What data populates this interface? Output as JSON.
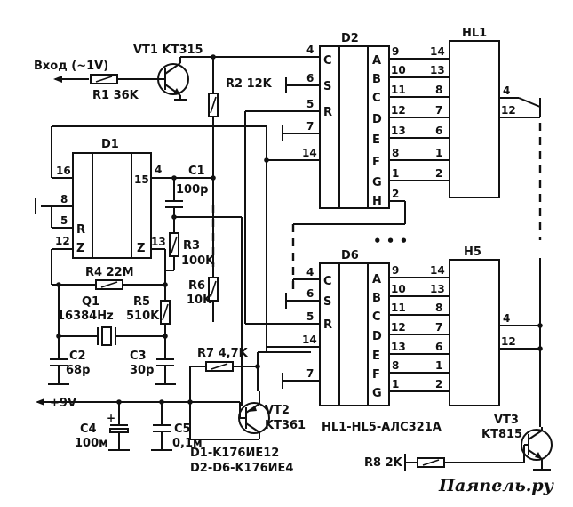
{
  "labels": {
    "input": "Вход (~1V)",
    "vt1": "VT1 KT315",
    "r1": "R1 36K",
    "r2": "R2 12K",
    "d1": "D1",
    "c1": "C1",
    "c1v": "100p",
    "r3": "R3",
    "r3v": "100K",
    "r4": "R4 22M",
    "q1": "Q1",
    "q1v": "16384Hz",
    "r5": "R5",
    "r5v": "510K",
    "r6": "R6",
    "r6v": "10K",
    "c2": "C2",
    "c2v": "68p",
    "c3": "C3",
    "c3v": "30p",
    "r7": "R7 4,7K",
    "vplus": "+9V",
    "c4": "C4",
    "c4v": "100м",
    "c5": "C5",
    "c5v": "0,1м",
    "vt2": "VT2",
    "vt2v": "KT361",
    "chips1": "D1-K176ИЕ12",
    "chips2": "D2-D6-K176ИЕ4",
    "d2": "D2",
    "d6": "D6",
    "hl1": "HL1",
    "h5": "H5",
    "hlnote": "HL1-HL5-АЛС321А",
    "vt3": "VT3",
    "vt3v": "KT815",
    "r8": "R8 2K",
    "watermark": "Паяпель.ру",
    "dots": "• • •"
  },
  "d1_pins": {
    "p16": "16",
    "p8": "8",
    "p5": "5",
    "p12": "12",
    "p4": "4",
    "p15": "15",
    "p13": "13",
    "r": "R",
    "z_left": "Z",
    "z_right": "Z"
  },
  "d2_pins": {
    "p4": "4",
    "p6": "6",
    "p5": "5",
    "p7": "7",
    "p14": "14",
    "c": "C",
    "s": "S",
    "r": "R",
    "out": [
      "9",
      "10",
      "11",
      "12",
      "13",
      "8",
      "1",
      "2"
    ],
    "seg": [
      "A",
      "B",
      "C",
      "D",
      "E",
      "F",
      "G",
      "H"
    ]
  },
  "d6_pins": {
    "p4": "4",
    "p6": "6",
    "p5": "5",
    "p14": "14",
    "p7": "7",
    "c": "C",
    "s": "S",
    "r": "R",
    "out": [
      "9",
      "10",
      "11",
      "12",
      "13",
      "8",
      "1"
    ],
    "seg": [
      "A",
      "B",
      "C",
      "D",
      "E",
      "F",
      "G"
    ]
  },
  "hl1_pins": {
    "in": [
      "14",
      "13",
      "8",
      "7",
      "6",
      "1",
      "2"
    ],
    "p4": "4",
    "p12": "12"
  },
  "h5_pins": {
    "in": [
      "14",
      "13",
      "8",
      "7",
      "6",
      "1",
      "2"
    ],
    "p4": "4",
    "p12": "12"
  }
}
